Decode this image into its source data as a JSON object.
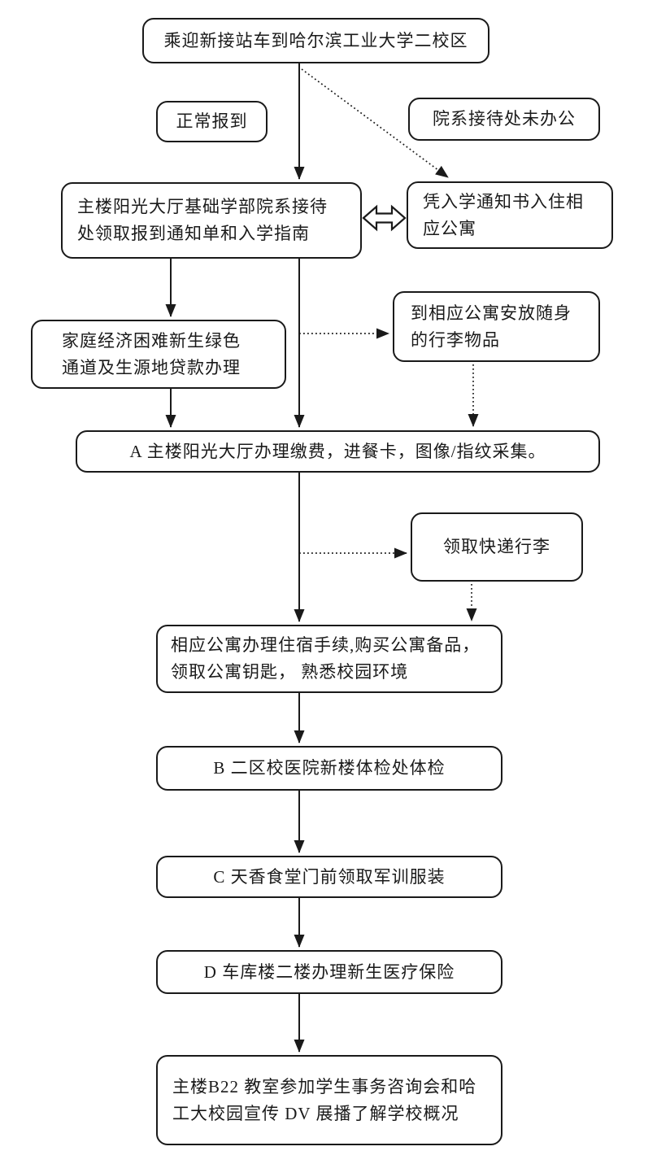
{
  "diagram": {
    "type": "flowchart",
    "language": "zh-CN",
    "colors": {
      "line": "#1a1a1a",
      "box_fill": "#ffffff",
      "background": "#ffffff"
    }
  },
  "nodes": {
    "arrive_campus": {
      "label": "乘迎新接站车到哈尔滨工业大学二校区"
    },
    "normal_checkin": {
      "label": "正常报到"
    },
    "dept_closed": {
      "label": "院系接待处未办公"
    },
    "main_hall_register": {
      "label": "主楼阳光大厅基础学部院系接待\n处领取报到通知单和入学指南"
    },
    "dorm_with_notice": {
      "label": "凭入学通知书入住相\n应公寓"
    },
    "green_channel": {
      "label": "家庭经济困难新生绿色\n通道及生源地贷款办理"
    },
    "store_luggage": {
      "label": "到相应公寓安放随身\n的行李物品"
    },
    "step_a": {
      "label": "A 主楼阳光大厅办理缴费，进餐卡，图像/指纹采集。"
    },
    "pickup_luggage": {
      "label": "领取快递行李"
    },
    "dorm_checkin": {
      "label": "相应公寓办理住宿手续,购买公寓备品，\n领取公寓钥匙， 熟悉校园环境"
    },
    "step_b": {
      "label": "B 二区校医院新楼体检处体检"
    },
    "step_c": {
      "label": "C 天香食堂门前领取军训服装"
    },
    "step_d": {
      "label": "D 车库楼二楼办理新生医疗保险"
    },
    "final_session": {
      "label": "主楼B22 教室参加学生事务咨询会和哈\n工大校园宣传 DV 展播了解学校概况"
    }
  },
  "edges": [
    {
      "from": "arrive_campus",
      "to": "main_hall_register",
      "style": "solid"
    },
    {
      "from": "arrive_campus",
      "to": "dorm_with_notice",
      "style": "dotted"
    },
    {
      "from": "main_hall_register",
      "to": "dorm_with_notice",
      "style": "double-headed"
    },
    {
      "from": "main_hall_register",
      "to": "green_channel",
      "style": "solid"
    },
    {
      "from": "main_hall_register",
      "to": "step_a",
      "style": "solid"
    },
    {
      "from": "green_channel",
      "to": "step_a",
      "style": "solid"
    },
    {
      "from": "main_hall_register",
      "to": "store_luggage",
      "style": "dotted"
    },
    {
      "from": "store_luggage",
      "to": "step_a",
      "style": "dotted"
    },
    {
      "from": "step_a",
      "to": "dorm_checkin",
      "style": "solid"
    },
    {
      "from": "step_a",
      "to": "pickup_luggage",
      "style": "dotted"
    },
    {
      "from": "pickup_luggage",
      "to": "dorm_checkin",
      "style": "dotted"
    },
    {
      "from": "dorm_checkin",
      "to": "step_b",
      "style": "solid"
    },
    {
      "from": "step_b",
      "to": "step_c",
      "style": "solid"
    },
    {
      "from": "step_c",
      "to": "step_d",
      "style": "solid"
    },
    {
      "from": "step_d",
      "to": "final_session",
      "style": "solid"
    }
  ]
}
